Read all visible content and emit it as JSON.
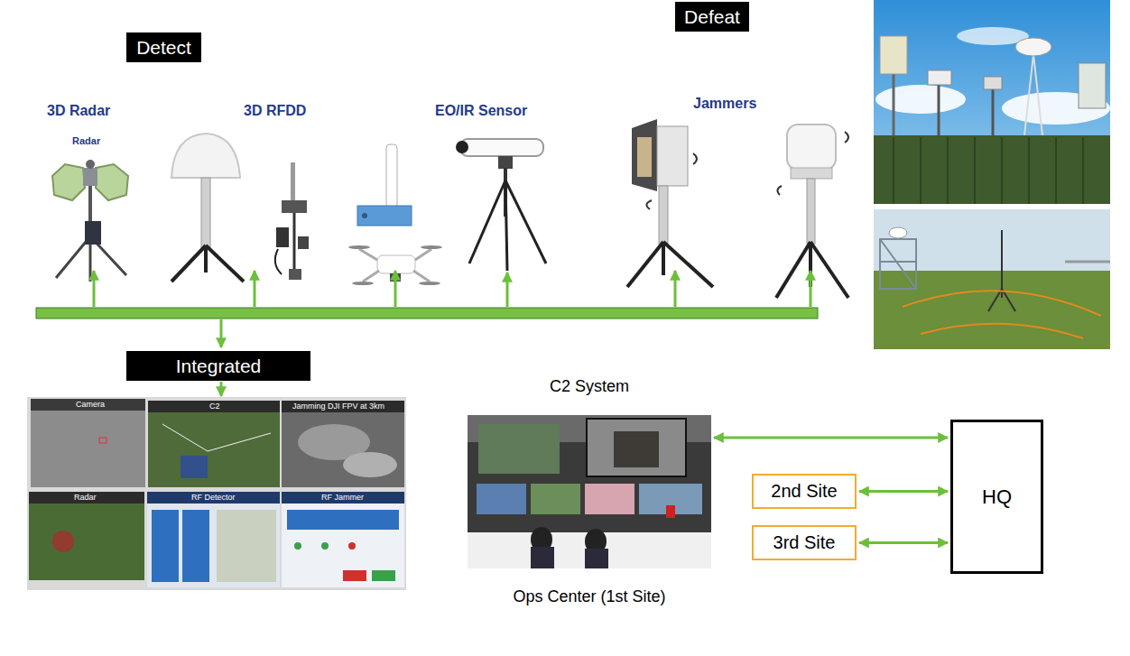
{
  "diagram": {
    "nodes": [
      {
        "text": [
          "Detect"
        ]
      },
      {
        "text": [
          "Defeat"
        ]
      },
      {
        "text": [
          "Integrated"
        ]
      },
      {
        "text": [
          "C2 System",
          "Ops Center (1st Site)"
        ]
      },
      {
        "text": [
          "2nd Site"
        ]
      },
      {
        "text": [
          "3rd Site"
        ]
      },
      {
        "text": [
          "HQ"
        ]
      }
    ],
    "edges": [
      {
        "from": 3,
        "to": 6,
        "arrow": "both"
      },
      {
        "from": 4,
        "to": 6,
        "arrow": "both"
      },
      {
        "from": 5,
        "to": 6,
        "arrow": "both"
      }
    ],
    "labels": [
      "3D Radar",
      "Radar",
      "3D RFDD",
      "EO/IR Sensor",
      "Jammers",
      "Camera",
      "C2",
      "Jamming DJI FPV at 3km",
      "Radar",
      "RF Detector",
      "RF Jammer"
    ]
  }
}
